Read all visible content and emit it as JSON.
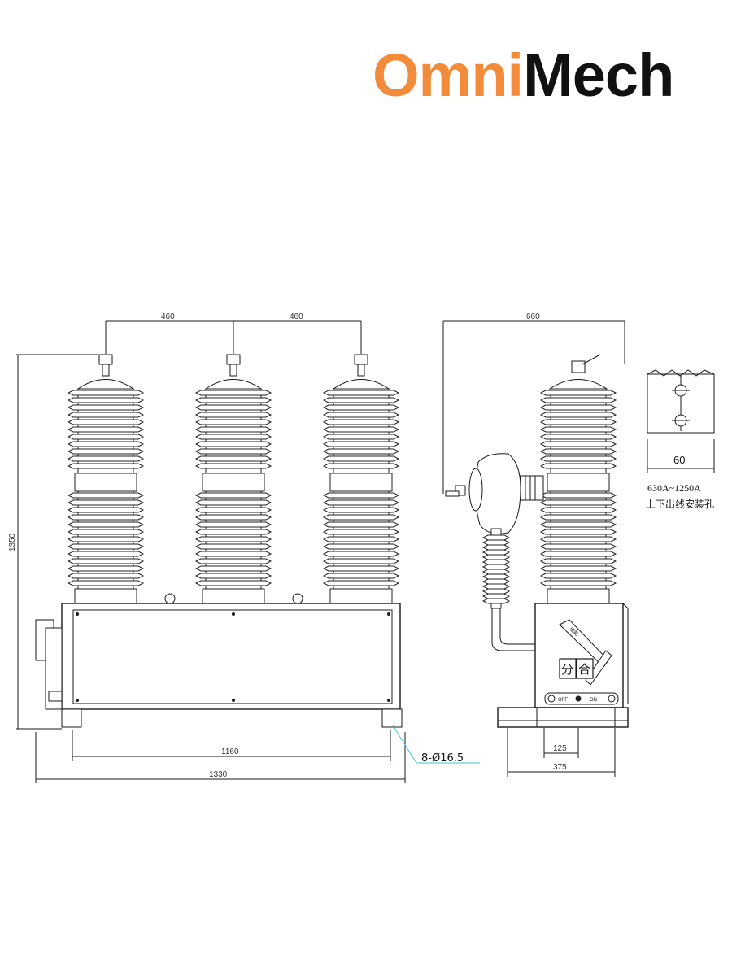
{
  "brand": {
    "part1": "Omni",
    "part2": "Mech",
    "color1": "#f28c3a",
    "color2": "#111111"
  },
  "front_view": {
    "dim_spacing_left": "460",
    "dim_spacing_right": "460",
    "dim_height": "1350",
    "dim_bolt_span": "1160",
    "dim_overall_width": "1330",
    "hole_callout": "8-Ø16.5"
  },
  "side_view": {
    "dim_depth": "660",
    "dim_inner": "125",
    "dim_base": "375",
    "label_open": "分",
    "label_close": "合",
    "plate_left": "OFF",
    "plate_right": "ON",
    "lever_text": "储能"
  },
  "detail": {
    "dim_hole_spacing": "60",
    "current_range": "630A~1250A",
    "caption": "上下出线安装孔"
  },
  "colors": {
    "line": "#1a1a1a",
    "callout": "#3cc6d6"
  }
}
